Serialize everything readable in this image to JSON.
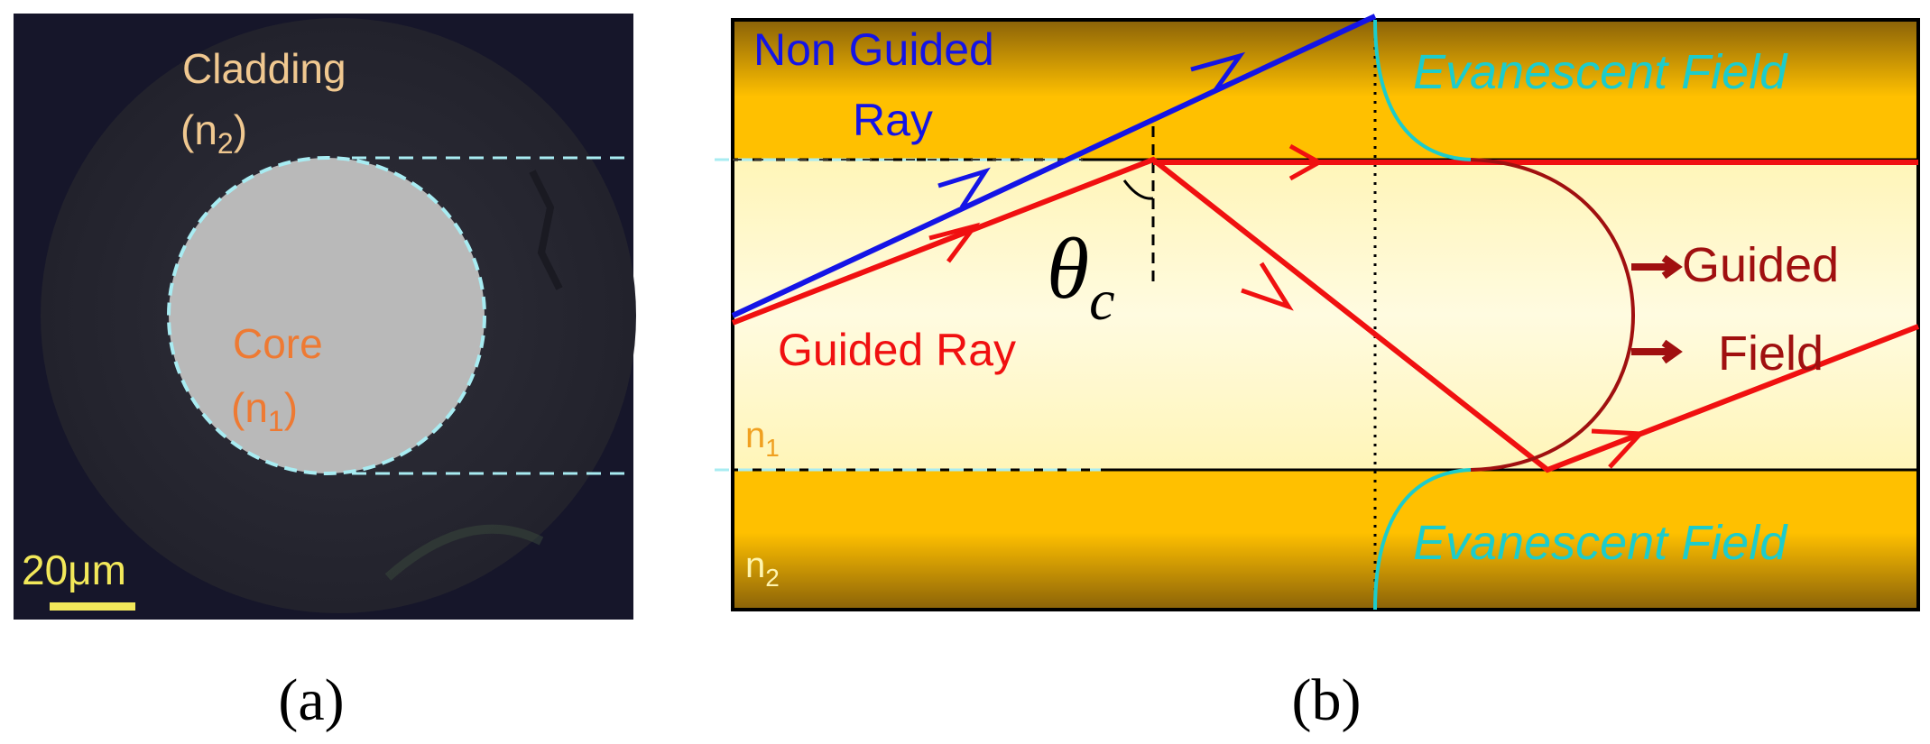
{
  "panel_a": {
    "cladding_label": "Cladding",
    "cladding_index": "(n",
    "cladding_index_sub": "2",
    "cladding_index_close": ")",
    "core_label": "Core",
    "core_index": "(n",
    "core_index_sub": "1",
    "core_index_close": ")",
    "scale_bar_label": "20μm",
    "caption": "(a)"
  },
  "panel_b": {
    "non_guided_ray_line1": "Non Guided",
    "non_guided_ray_line2": "Ray",
    "guided_ray_label": "Guided Ray",
    "critical_angle_symbol": "θ",
    "critical_angle_sub": "c",
    "guided_field_line1": "Guided",
    "guided_field_line2": "Field",
    "evanescent_top": "Evanescent Field",
    "evanescent_bottom": "Evanescent Field",
    "core_index": "n",
    "core_index_sub": "1",
    "cladding_index": "n",
    "cladding_index_sub": "2",
    "caption": "(b)"
  },
  "colors": {
    "image_background": "#16162a",
    "cladding_disk": "#26262f",
    "core_disk": "#b9b9b9",
    "core_outline": "#a8ecf2",
    "cladding_text": "#f0c890",
    "core_text": "#ee7a33",
    "scale_bar": "#f2e85a",
    "non_guided_ray": "#1414e6",
    "guided_ray": "#f01010",
    "guided_field": "#a01010",
    "evanescent": "#1ccccc",
    "index_text": "#f0a020",
    "cladding_band_edge": "#8a6208",
    "cladding_band_mid": "#ffc000",
    "core_band_edge": "#fff5b8",
    "core_band_mid": "#fffbe0"
  }
}
